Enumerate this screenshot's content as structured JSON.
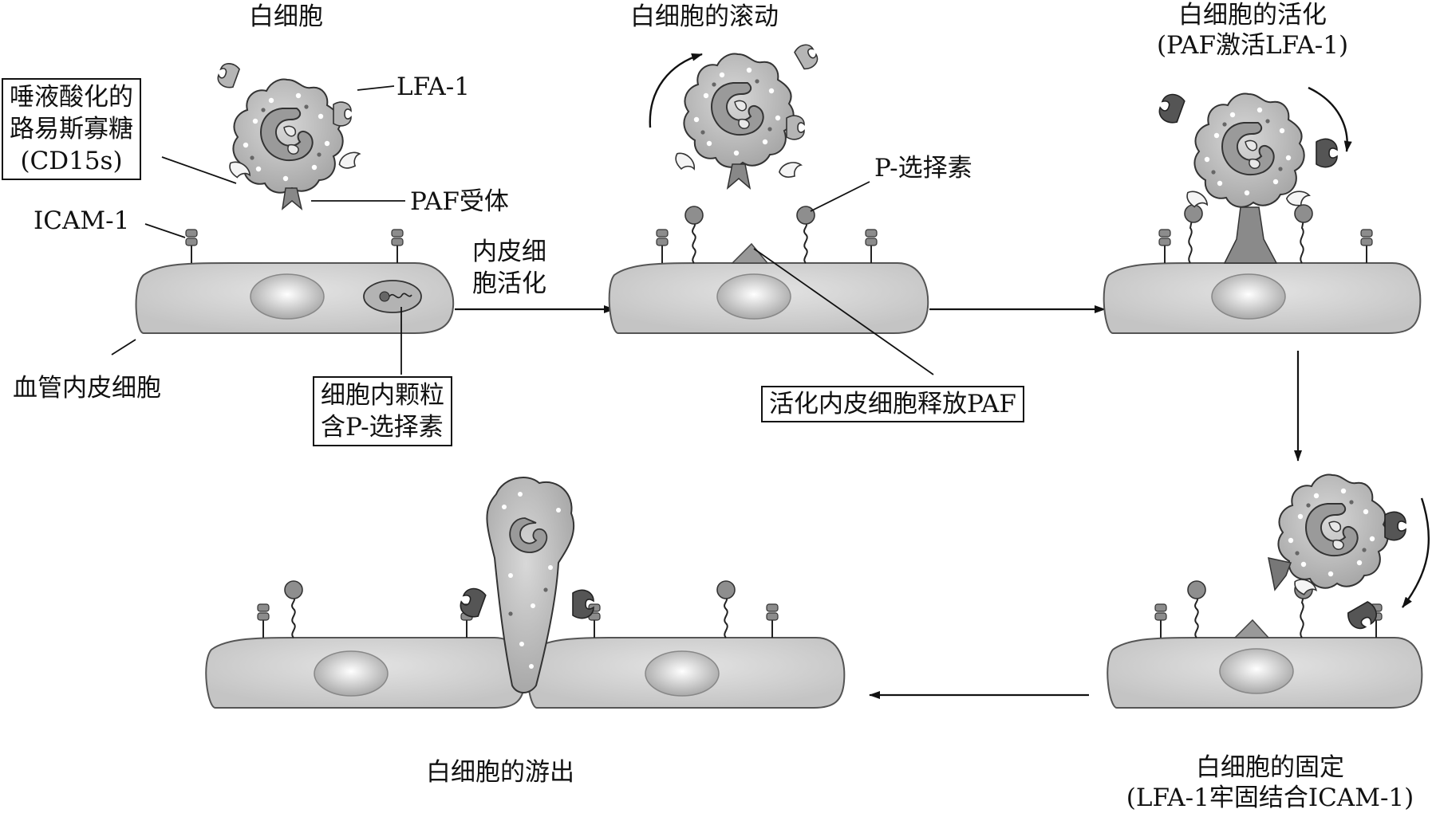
{
  "labels": {
    "leukocyte": "白细胞",
    "rolling": "白细胞的滚动",
    "activation_title": "白细胞的活化",
    "activation_sub": "(PAF激活LFA-1)",
    "sialyl_lewis_l1": "唾液酸化的",
    "sialyl_lewis_l2": "路易斯寡糖",
    "sialyl_lewis_l3": "(CD15s)",
    "lfa1": "LFA-1",
    "paf_receptor": "PAF受体",
    "icam1": "ICAM-1",
    "endo_activation_l1": "内皮细",
    "endo_activation_l2": "胞活化",
    "p_selectin": "P-选择素",
    "endothelial_cell": "血管内皮细胞",
    "granule_l1": "细胞内颗粒",
    "granule_l2": "含P-选择素",
    "paf_release": "活化内皮细胞释放PAF",
    "emigration": "白细胞的游出",
    "adhesion_title": "白细胞的固定",
    "adhesion_sub": "(LFA-1牢固结合ICAM-1)"
  },
  "colors": {
    "cell_fill": "#c9c9c9",
    "cell_dark": "#8f8f8f",
    "nucleus": "#9c9c9c",
    "lfa1_active": "#555555",
    "line": "#111111"
  }
}
